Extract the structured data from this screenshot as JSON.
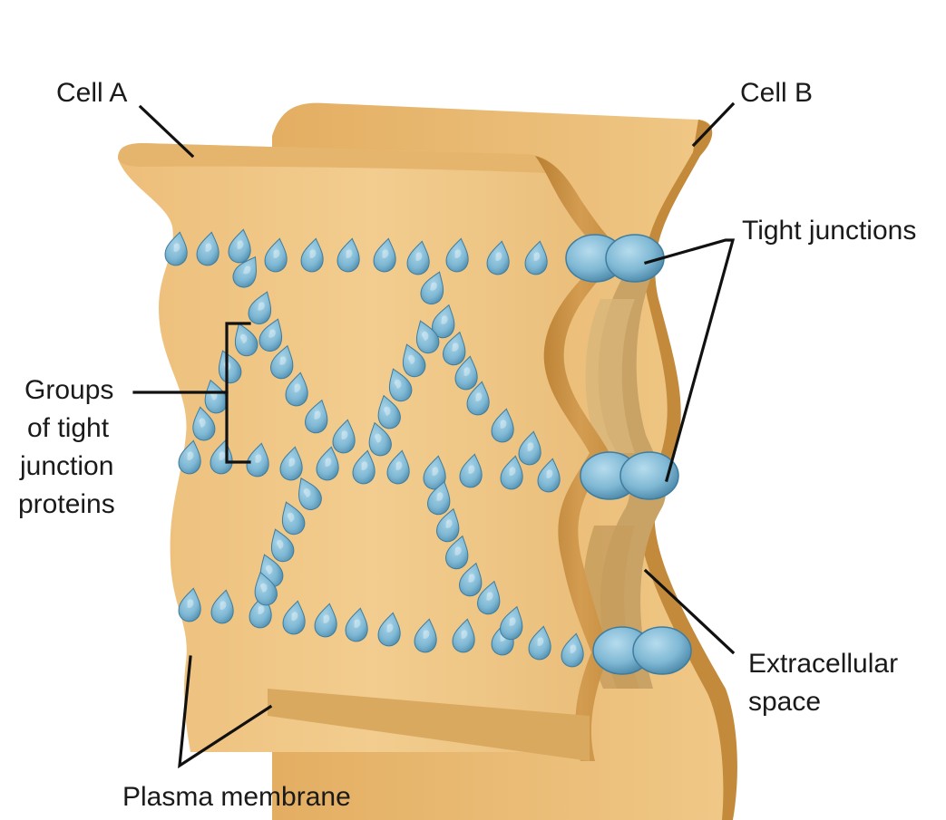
{
  "labels": {
    "cell_a": "Cell A",
    "cell_b": "Cell B",
    "tight_junctions": "Tight junctions",
    "groups_line1": "Groups",
    "groups_line2": "of tight",
    "groups_line3": "junction",
    "groups_line4": "proteins",
    "extracellular_line1": "Extracellular",
    "extracellular_line2": "space",
    "plasma_membrane": "Plasma membrane"
  },
  "colors": {
    "membrane_light": "#F2CD8F",
    "membrane_mid": "#E8B86F",
    "membrane_dark": "#C48A3B",
    "extracellular": "#C9A266",
    "protein_fill": "#7FB8D4",
    "protein_shadow": "#4F8DAE",
    "leader_line": "#111111"
  }
}
